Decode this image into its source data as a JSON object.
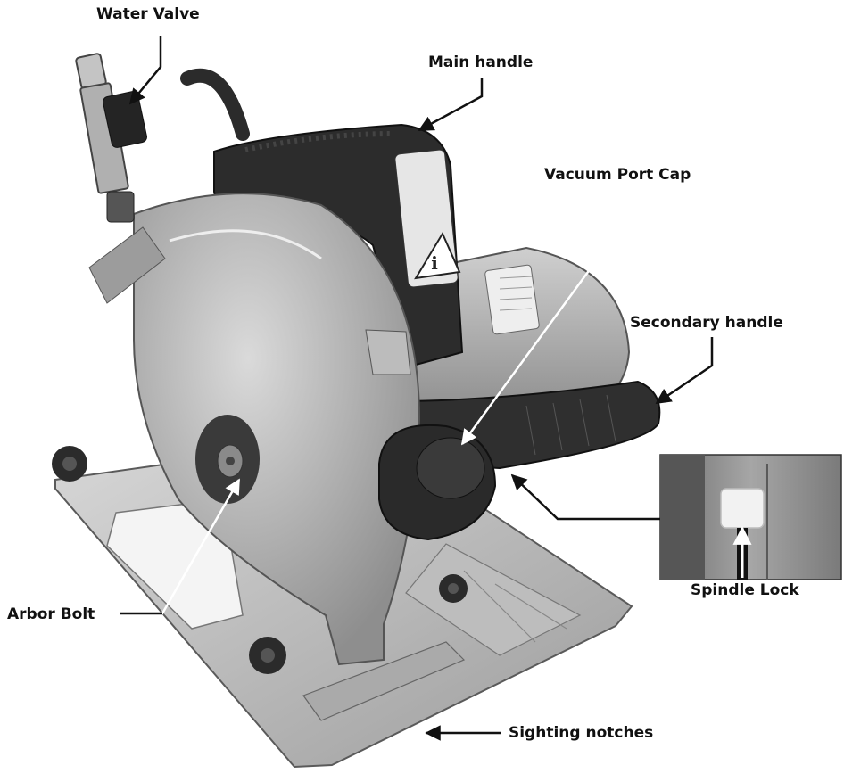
{
  "callouts": {
    "water_valve": "Water Valve",
    "main_handle": "Main handle",
    "vacuum_port_cap": "Vacuum Port Cap",
    "secondary_handle": "Secondary handle",
    "spindle_lock": "Spindle Lock",
    "arbor_bolt": "Arbor Bolt",
    "sighting_notches": "Sighting notches"
  },
  "colors": {
    "leader": "#111111",
    "leader_on_photo": "#ffffff",
    "saw_body": "#b4b4b4",
    "handle": "#2c2c2c",
    "base_plate": "#c2c2c2",
    "background": "#ffffff"
  }
}
